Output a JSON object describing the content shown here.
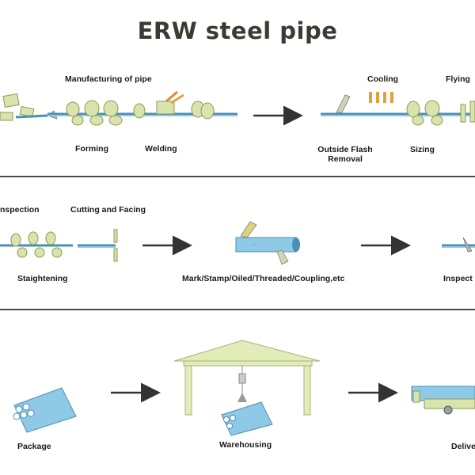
{
  "title": "ERW steel pipe",
  "colors": {
    "pipe": "#8ec9e6",
    "pipe_edge": "#4a8fb5",
    "roller": "#d9e3ac",
    "roller_edge": "#8c9a55",
    "building": "#e2ecb8",
    "arrow": "#333333",
    "divider": "#4a4a4a"
  },
  "row1": {
    "manufacturing": "Manufacturing of pipe",
    "forming": "Forming",
    "welding": "Welding",
    "cooling": "Cooling",
    "flying": "Flying",
    "flash_line1": "Outside Flash",
    "flash_line2": "Removal",
    "sizing": "Sizing"
  },
  "row2": {
    "inspection": "nspection",
    "cutting": "Cutting and Facing",
    "straightening": "Staightening",
    "mark": "Mark/Stamp/Oiled/Threaded/Coupling,etc",
    "inspect": "Inspect"
  },
  "row3": {
    "package": "Package",
    "warehousing": "Warehousing",
    "delivery": "Delive"
  }
}
